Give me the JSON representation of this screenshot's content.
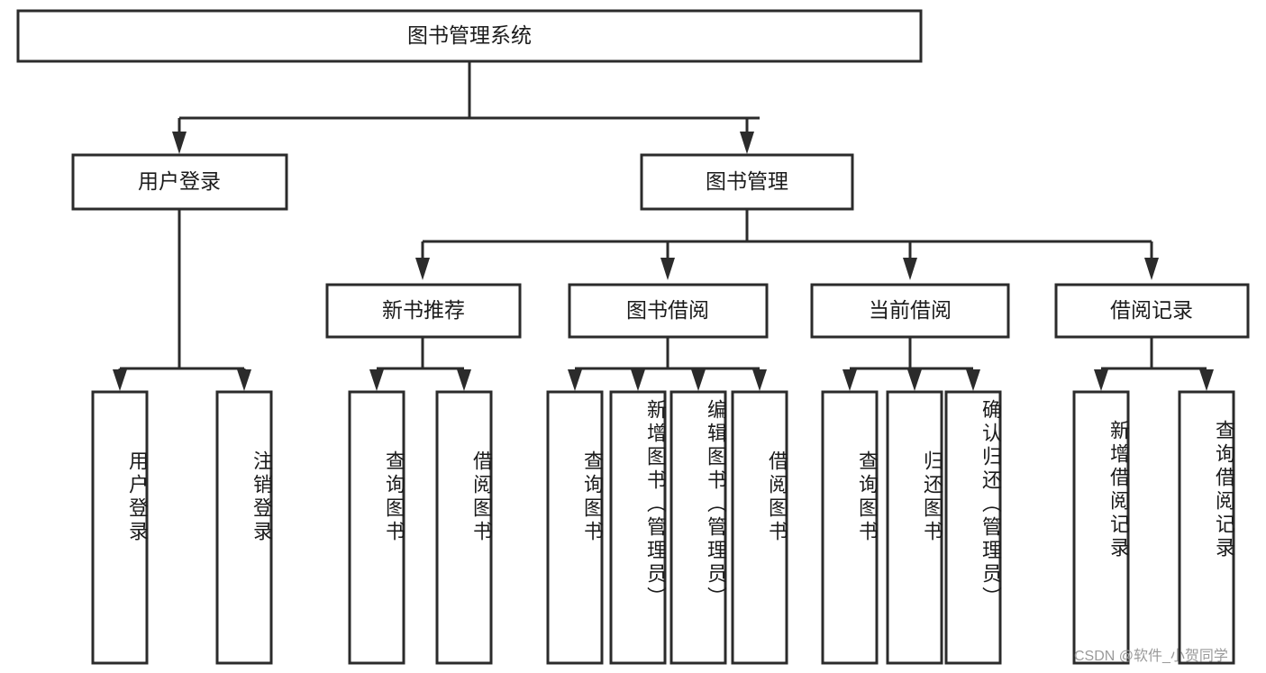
{
  "diagram": {
    "type": "tree",
    "title_node": {
      "id": "root",
      "label": "图书管理系统"
    },
    "level2": [
      {
        "id": "user-login",
        "label": "用户登录"
      },
      {
        "id": "book-manage",
        "label": "图书管理"
      }
    ],
    "level3": [
      {
        "id": "new-book-rec",
        "label": "新书推荐",
        "parent": "book-manage"
      },
      {
        "id": "book-borrow",
        "label": "图书借阅",
        "parent": "book-manage"
      },
      {
        "id": "current-borrow",
        "label": "当前借阅",
        "parent": "book-manage"
      },
      {
        "id": "borrow-record",
        "label": "借阅记录",
        "parent": "book-manage"
      }
    ],
    "leaves": [
      {
        "id": "leaf-user-login",
        "label": "用户登录",
        "parent": "user-login"
      },
      {
        "id": "leaf-logout",
        "label": "注销登录",
        "parent": "user-login"
      },
      {
        "id": "leaf-query-book-1",
        "label": "查询图书",
        "parent": "new-book-rec"
      },
      {
        "id": "leaf-borrow-book-1",
        "label": "借阅图书",
        "parent": "new-book-rec"
      },
      {
        "id": "leaf-query-book-2",
        "label": "查询图书",
        "parent": "book-borrow"
      },
      {
        "id": "leaf-add-book",
        "label": "新增图书（管理员）",
        "parent": "book-borrow"
      },
      {
        "id": "leaf-edit-book",
        "label": "编辑图书（管理员）",
        "parent": "book-borrow"
      },
      {
        "id": "leaf-borrow-book-2",
        "label": "借阅图书",
        "parent": "book-borrow"
      },
      {
        "id": "leaf-query-book-3",
        "label": "查询图书",
        "parent": "current-borrow"
      },
      {
        "id": "leaf-return-book",
        "label": "归还图书",
        "parent": "current-borrow"
      },
      {
        "id": "leaf-confirm-return",
        "label": "确认归还（管理员）",
        "parent": "current-borrow"
      },
      {
        "id": "leaf-add-record",
        "label": "新增借阅记录",
        "parent": "borrow-record"
      },
      {
        "id": "leaf-query-record",
        "label": "查询借阅记录",
        "parent": "borrow-record"
      }
    ],
    "colors": {
      "stroke": "#2b2b2b",
      "box_fill": "#ffffff",
      "text": "#1b1b1b",
      "background": "#ffffff",
      "watermark": "#9a9a9a"
    }
  },
  "watermark": {
    "text": "CSDN @软件_小贺同学"
  }
}
